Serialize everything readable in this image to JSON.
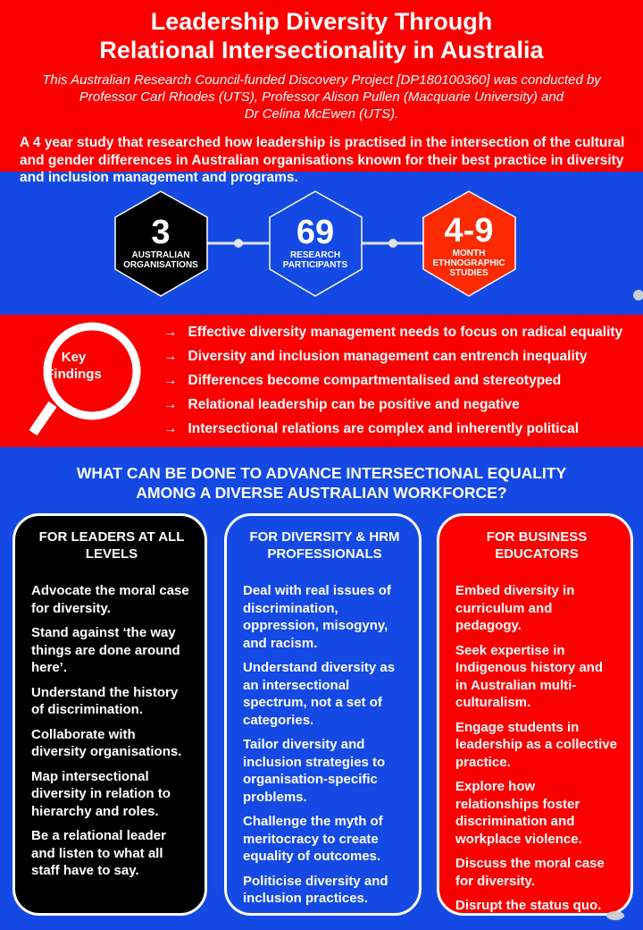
{
  "header": {
    "title_line1": "Leadership Diversity Through",
    "title_line2": "Relational Intersectionality in Australia",
    "credit_line1": "This Australian Research Council-funded Discovery Project [DP180100360] was  conducted by",
    "credit_line2": "Professor Carl Rhodes (UTS),  Professor Alison Pullen (Macquarie University) and",
    "credit_line3": "Dr Celina McEwen (UTS)."
  },
  "intro": "A 4 year study that researched how leadership is practised in the intersection of the cultural and gender differences in Australian organisations known for their best practice in diversity and inclusion management and programs.",
  "stats": [
    {
      "value": "3",
      "label1": "AUSTRALIAN",
      "label2": "ORGANISATIONS",
      "label3": "",
      "color": "#000000"
    },
    {
      "value": "69",
      "label1": "RESEARCH",
      "label2": "PARTICIPANTS",
      "label3": "",
      "color": "#1449e4"
    },
    {
      "value": "4-9",
      "label1": "MONTH",
      "label2": "ETHNOGRAPHIC",
      "label3": "STUDIES",
      "color": "#fb2a00"
    }
  ],
  "key_findings": {
    "label_line1": "Key",
    "label_line2": "Findings",
    "arrow": "→",
    "items": [
      "Effective diversity management needs to focus on radical equality",
      "Diversity and inclusion management can entrench inequality",
      "Differences become compartmentalised and stereotyped",
      "Relational leadership can be positive and negative",
      "Intersectional relations are complex and inherently political"
    ]
  },
  "question_line1": "WHAT CAN BE DONE TO ADVANCE INTERSECTIONAL EQUALITY",
  "question_line2": "AMONG A DIVERSE AUSTRALIAN WORKFORCE?",
  "cards": [
    {
      "title": "FOR LEADERS AT ALL LEVELS",
      "items": [
        "Advocate the moral case for diversity.",
        "Stand against ‘the way things are done around here’.",
        "Understand the history of discrimination.",
        "Collaborate with diversity organisations.",
        "Map intersectional diversity in relation to hierarchy and roles.",
        "Be a relational leader and listen to what all staff have to say."
      ]
    },
    {
      "title": "FOR DIVERSITY & HRM PROFESSIONALS",
      "items": [
        "Deal with real issues of discrimination, oppression, misogyny, and racism.",
        "Understand diversity as an intersectional spectrum, not a set of categories.",
        "Tailor diversity and inclusion strategies to organisation-specific problems.",
        "Challenge the myth of meritocracy to create equality of outcomes.",
        "Politicise diversity and inclusion practices."
      ]
    },
    {
      "title": "FOR BUSINESS EDUCATORS",
      "items": [
        "Embed diversity in curriculum and pedagogy.",
        "Seek expertise in Indigenous history and in Australian multi-culturalism.",
        "Engage students in leadership as a collective practice.",
        "Explore how relationships foster discrimination and workplace violence.",
        "Discuss the moral case for diversity.",
        "Disrupt the status quo."
      ]
    }
  ]
}
